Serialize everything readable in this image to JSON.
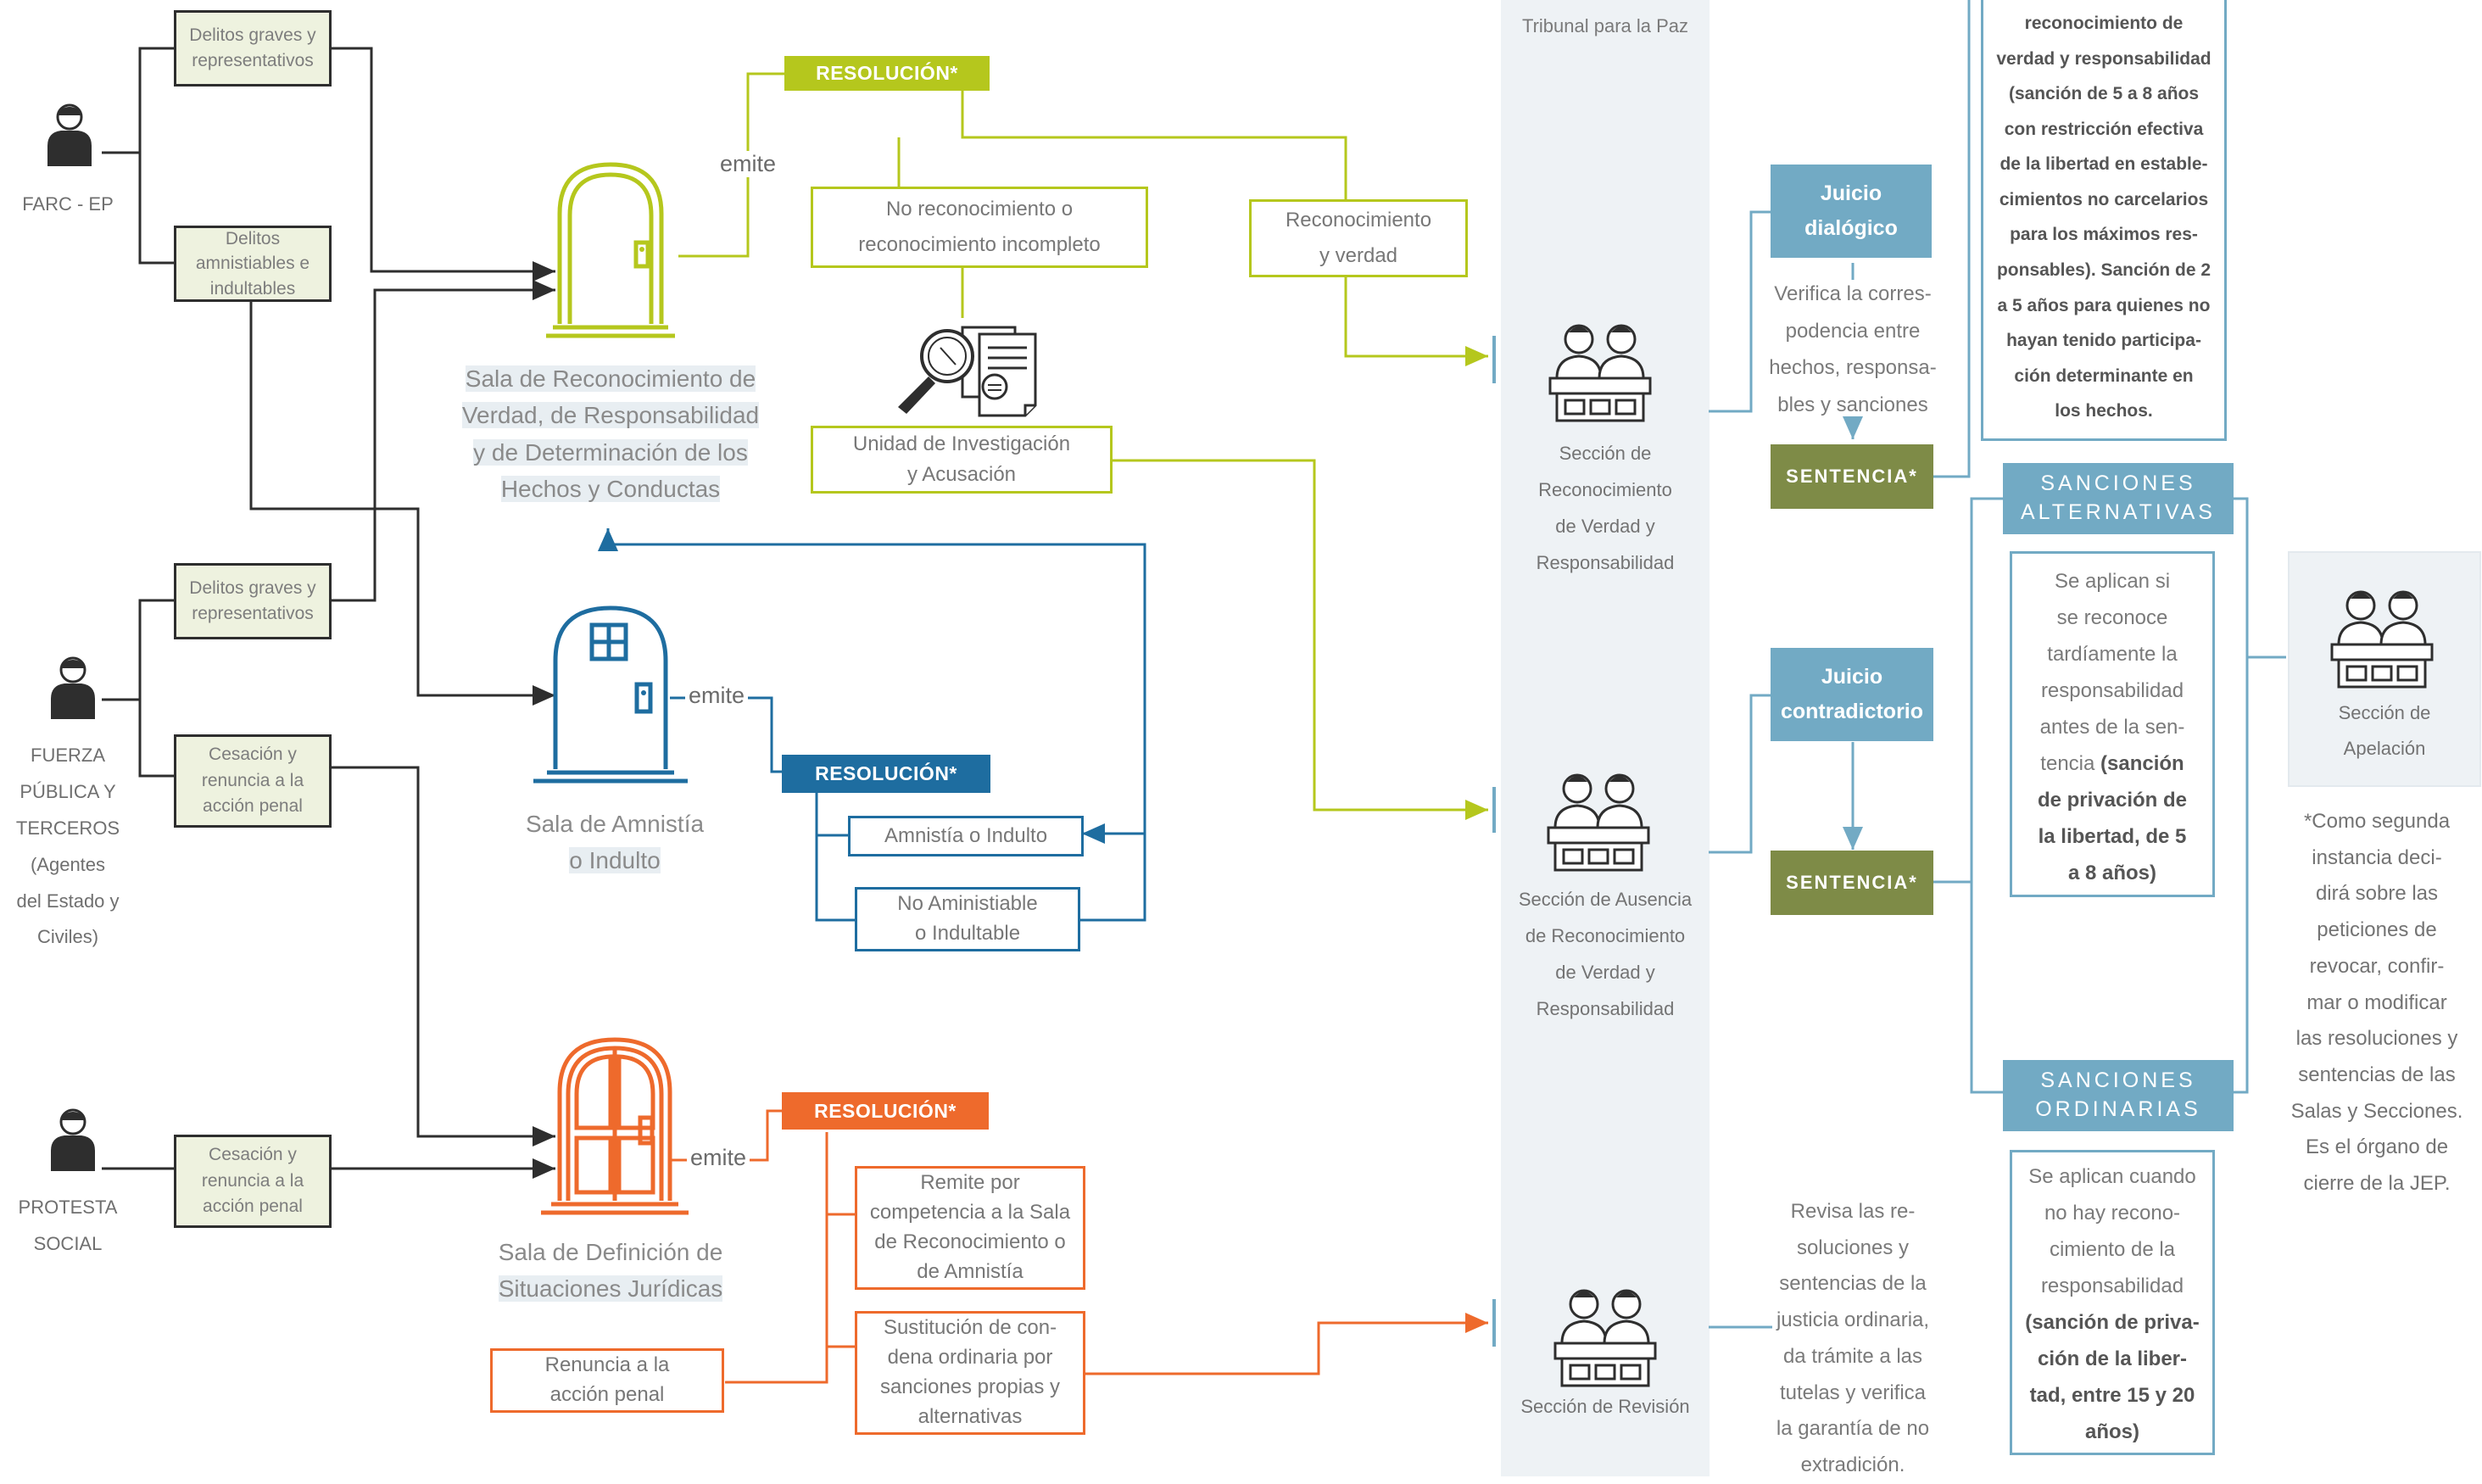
{
  "tribunal": {
    "title": "Tribunal para la Paz"
  },
  "actors": {
    "farc": "FARC - EP",
    "fuerza": [
      "FUERZA",
      "PÚBLICA Y",
      "TERCEROS",
      "(Agentes",
      "del Estado y",
      "Civiles)"
    ],
    "protesta": [
      "PROTESTA",
      "SOCIAL"
    ]
  },
  "crimes": {
    "farc_graves": [
      "Delitos graves y",
      "representativos"
    ],
    "farc_amnistiables": [
      "Delitos",
      "amnistiables e",
      "indultables"
    ],
    "fuerza_graves": [
      "Delitos graves y",
      "representativos"
    ],
    "fuerza_cesacion": [
      "Cesación y",
      "renuncia a la",
      "acción penal"
    ],
    "protesta_cesacion": [
      "Cesación y",
      "renuncia a la",
      "acción penal"
    ]
  },
  "salas": {
    "reconocimiento": [
      "Sala de Reconocimiento de",
      "Verdad, de Responsabilidad",
      "y de Determinación de los",
      "Hechos y Conductas"
    ],
    "amnistia": [
      "Sala de Amnistía",
      "o Indulto"
    ],
    "definicion": [
      "Sala de Definición de",
      "Situaciones Jurídicas"
    ]
  },
  "emite": "emite",
  "resolucion": "RESOLUCIÓN*",
  "green_branch": {
    "no_reconocimiento": [
      "No reconocimiento o",
      "reconocimiento incompleto"
    ],
    "reconocimiento": [
      "Reconocimiento",
      "y verdad"
    ],
    "unidad": [
      "Unidad de Investigación",
      "y Acusación"
    ]
  },
  "blue_branch": {
    "amnistia_indulto": "Amnistía o Indulto",
    "no_amnistiable": [
      "No Aministiable",
      "o Indultable"
    ]
  },
  "orange_branch": {
    "remite": [
      "Remite por",
      "competencia  a la Sala",
      "de Reconocimiento o",
      "de Amnistía"
    ],
    "sustitucion": [
      "Sustitución de con-",
      "dena ordinaria por",
      "sanciones propias y",
      "alternativas"
    ],
    "renuncia": [
      "Renuncia a la",
      "acción penal"
    ]
  },
  "secciones": {
    "reconocimiento": [
      "Sección de",
      "Reconocimiento",
      "de Verdad y",
      "Responsabilidad"
    ],
    "ausencia": [
      "Sección de Ausencia",
      "de Reconocimiento",
      "de Verdad y",
      "Responsabilidad"
    ],
    "revision": "Sección de Revisión",
    "apelacion": [
      "Sección de",
      "Apelación"
    ]
  },
  "juicios": {
    "dialogico": [
      "Juicio",
      "dialógico"
    ],
    "contradictorio": [
      "Juicio",
      "contradictorio"
    ],
    "sentencia": "SENTENCIA*"
  },
  "texts": {
    "verifica": [
      "Verifica la corres-",
      "podencia entre",
      "hechos, responsa-",
      "bles  y sanciones"
    ],
    "revisa": [
      "Revisa las re-",
      "soluciones y",
      "sentencias de la",
      "justicia ordinaria,",
      "da trámite a las",
      "tutelas y verifica",
      "la garantía de no",
      "extradición."
    ],
    "propias": [
      "reconocimiento de",
      "verdad y responsabilidad",
      "(sanción de 5 a 8 años",
      "con restricción efectiva",
      "de la libertad en estable-",
      "cimientos no carcelarios",
      "para los máximos res-",
      "ponsables). Sanción de 2",
      "a 5 años para quienes no",
      "hayan tenido participa-",
      "ción determinante en",
      "los hechos."
    ],
    "apelacion_note": [
      "*Como segunda",
      "instancia deci-",
      "dirá sobre las",
      "peticiones de",
      "revocar, confir-",
      "mar o modificar",
      "las resoluciones y",
      "sentencias de las",
      "Salas y Secciones.",
      "Es el órgano de",
      "cierre de la JEP."
    ]
  },
  "sanciones": {
    "alternativas_title": [
      "SANCIONES",
      "ALTERNATIVAS"
    ],
    "alternativas_plain": [
      "Se aplican si",
      "se reconoce",
      "tardíamente la",
      "responsabilidad",
      "antes de la sen-"
    ],
    "alternativas_mixed_plain": "tencia ",
    "alternativas_bold": [
      "(sanción",
      "de privación de",
      "la libertad, de 5",
      "a 8 años)"
    ],
    "ordinarias_title": [
      "SANCIONES",
      "ORDINARIAS"
    ],
    "ordinarias_plain": [
      "Se aplican cuando",
      "no hay recono-",
      "cimiento de la",
      "responsabilidad"
    ],
    "ordinarias_bold": [
      "(sanción de priva-",
      "ción de la liber-",
      "tad, entre 15 y 20",
      "años)"
    ]
  },
  "colors": {
    "green": "#b5c71d",
    "blue": "#1e6da0",
    "orange": "#ee6a2c",
    "light_blue": "#72aac4",
    "olive": "#7e8b47",
    "panel": "#eef2f5"
  }
}
